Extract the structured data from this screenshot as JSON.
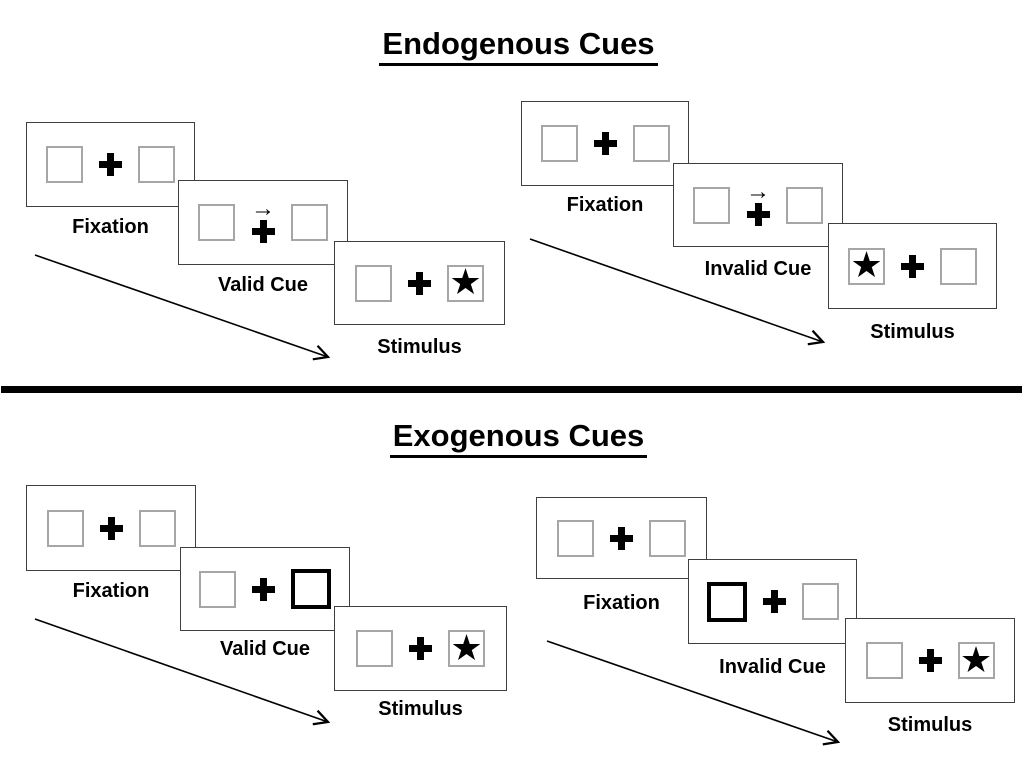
{
  "glyphs": {
    "star": "★",
    "cue_arrow": "→"
  },
  "colors": {
    "background": "#ffffff",
    "ink": "#000000",
    "card_border": "#3f3f3f",
    "box_border": "#a6a6a6"
  },
  "sections": [
    {
      "title": "Endogenous Cues",
      "panels": [
        {
          "condition": "valid",
          "steps": [
            {
              "label": "Fixation"
            },
            {
              "label": "Valid Cue",
              "cue_type": "central-arrow",
              "cue_arrow_direction": "right"
            },
            {
              "label": "Stimulus",
              "star_position": "right"
            }
          ]
        },
        {
          "condition": "invalid",
          "steps": [
            {
              "label": "Fixation"
            },
            {
              "label": "Invalid Cue",
              "cue_type": "central-arrow",
              "cue_arrow_direction": "right"
            },
            {
              "label": "Stimulus",
              "star_position": "left"
            }
          ]
        }
      ]
    },
    {
      "title": "Exogenous Cues",
      "panels": [
        {
          "condition": "valid",
          "steps": [
            {
              "label": "Fixation"
            },
            {
              "label": "Valid Cue",
              "cue_type": "highlighted-box",
              "highlighted_box": "right"
            },
            {
              "label": "Stimulus",
              "star_position": "right"
            }
          ]
        },
        {
          "condition": "invalid",
          "steps": [
            {
              "label": "Fixation"
            },
            {
              "label": "Invalid Cue",
              "cue_type": "highlighted-box",
              "highlighted_box": "left"
            },
            {
              "label": "Stimulus",
              "star_position": "right"
            }
          ]
        }
      ]
    }
  ]
}
